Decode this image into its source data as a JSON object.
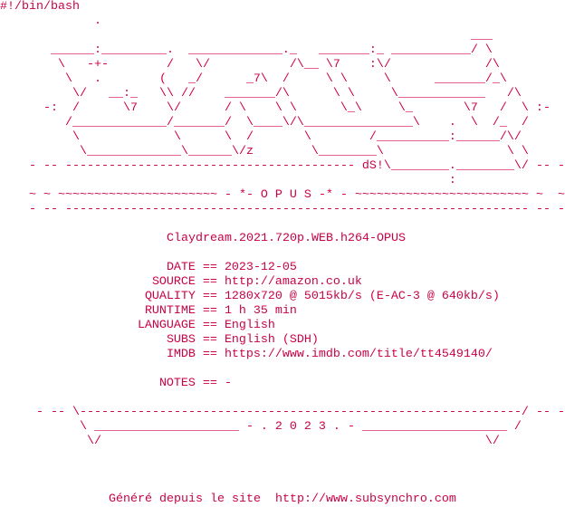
{
  "header": {
    "shebang": "#!/bin/bash"
  },
  "art": {
    "lines": [
      "             .",
      "                                                                 ___",
      "       ______:_________.  _____________._   _______:_ ___________/ \\",
      "        \\   -+-        /   \\/           /\\__ \\7    :\\/             /\\",
      "         \\   .        (   _/      _7\\  /     \\ \\     \\      _______/_\\",
      "          \\/   __:_   \\\\ //    _______/\\      \\ \\     \\____________   /\\",
      "      -:  /      \\7    \\/      / \\    \\ \\      \\_\\     \\_       \\7   /  \\ :-",
      "         /_____________/_______/  \\____\\/\\_______________\\    .  \\  /_  /",
      "          \\             \\      \\  /       \\        /__________:______/\\/",
      "           \\_____________\\______\\/z        \\________\\                 \\ \\",
      "    - -- ---------------------------------------- dS!\\________.________\\/ -- -",
      "                                                              :",
      "    ~ ~ ~~~~~~~~~~~~~~~~~~~~~~ - *- O P U S -* - ~~~~~~~~~~~~~~~~~~~~~~~~ ~  ~",
      "    - -- ---------------------------------------------------------------- -- -"
    ]
  },
  "release": {
    "name": "Claydream.2021.720p.WEB.h264-OPUS",
    "fields": [
      {
        "label": "DATE",
        "value": "2023-12-05"
      },
      {
        "label": "SOURCE",
        "value": "http://amazon.co.uk"
      },
      {
        "label": "QUALITY",
        "value": "1280x720 @ 5015kb/s (E-AC-3 @ 640kb/s)"
      },
      {
        "label": "RUNTIME",
        "value": "1 h 35 min"
      },
      {
        "label": "LANGUAGE",
        "value": "English"
      },
      {
        "label": "SUBS",
        "value": "English (SDH)"
      },
      {
        "label": "IMDB",
        "value": "https://www.imdb.com/title/tt4549140/"
      }
    ],
    "notes": {
      "label": "NOTES",
      "value": "-"
    },
    "separator": " == "
  },
  "footer_art": {
    "lines": [
      "     - -- \\-------------------------------------------------------------/ -- -",
      "           \\ ____________________ - . 2 0 2 3 . - ____________________ /",
      "            \\/                                                     \\/"
    ]
  },
  "footer": {
    "generated_text": "Généré depuis le site",
    "site_url": "http://www.subsynchro.com"
  },
  "colors": {
    "text": "#cc0044",
    "background": "#ffffff"
  }
}
